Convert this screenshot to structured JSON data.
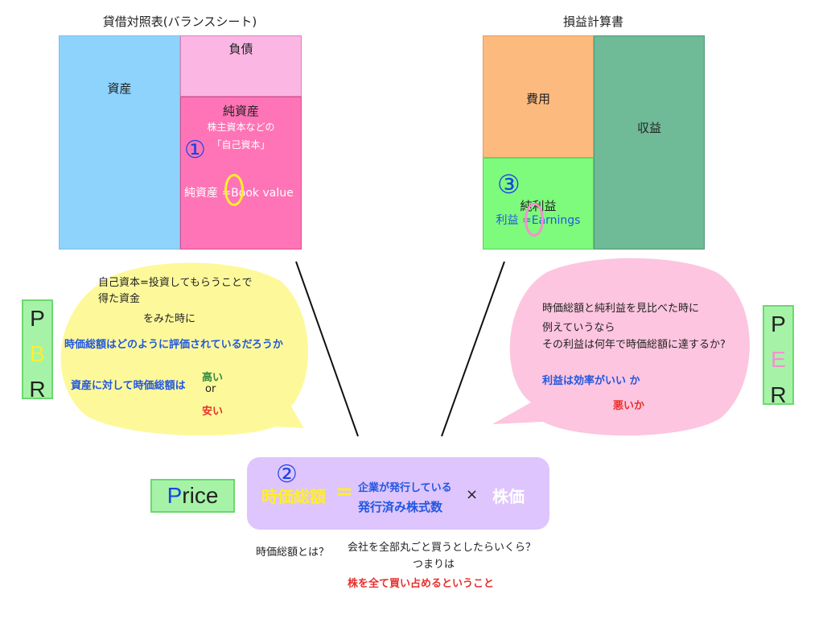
{
  "balance_sheet": {
    "title": "貸借対照表(バランスシート)",
    "assets_label": "資産",
    "liabilities_label": "負債",
    "net_assets_label": "純資産",
    "net_assets_desc_line1": "株主資本などの",
    "net_assets_desc_line2": "「自己資本」",
    "marker": "①",
    "book_value_label": "純資産 =Book value"
  },
  "income_statement": {
    "title": "損益計算書",
    "expenses_label": "費用",
    "revenue_label": "収益",
    "net_income_label": "純利益",
    "marker": "③",
    "earnings_label": "利益 =Earnings"
  },
  "pbr_bubble": {
    "line1": "自己資本=投資してもらうことで",
    "line2": "得た資金",
    "line3": "をみた時に",
    "question": "時価総額はどのように評価されているだろうか",
    "relative": "資産に対して時価総額は",
    "high": "高い",
    "or": "or",
    "low": "安い"
  },
  "per_bubble": {
    "line1": "時価総額と純利益を見比べた時に",
    "line2": "例えていうなら",
    "line3": "その利益は何年で時価総額に達するか?",
    "efficiency_good": "利益は効率がいい か",
    "efficiency_bad": "悪いか"
  },
  "pbr_badge": {
    "letters": [
      "P",
      "B",
      "R"
    ]
  },
  "per_badge": {
    "letters": [
      "P",
      "E",
      "R"
    ]
  },
  "price_badge": {
    "first": "P",
    "rest": "rice"
  },
  "formula": {
    "marker": "②",
    "market_cap": "時価総額",
    "equals": "=",
    "shares_line1": "企業が発行している",
    "shares_line2": "発行済み株式数",
    "times": "×",
    "stock_price": "株価"
  },
  "explanation": {
    "question": "時価総額とは？",
    "line1": "会社を全部丸ごと買うとしたらいくら？",
    "line2": "つまりは",
    "line3": "株を全て買い占めるということ"
  },
  "colors": {
    "assets": "#8dd3fc",
    "liabilities": "#fbb6e4",
    "net_assets": "#fe74b6",
    "expenses": "#fdba7e",
    "revenue": "#6fba97",
    "net_income": "#7efa7d",
    "pbr_bubble": "#fdf99b",
    "per_bubble": "#fdc5df",
    "formula": "#dec5fd",
    "badge": "#a6f3a8",
    "marker_blue": "#1a44e6",
    "text_blue": "#2257e0",
    "text_red": "#e8302d",
    "text_green": "#2f8a3c",
    "text_yellow": "#ffef2a",
    "text_pink": "#f58fd0"
  }
}
